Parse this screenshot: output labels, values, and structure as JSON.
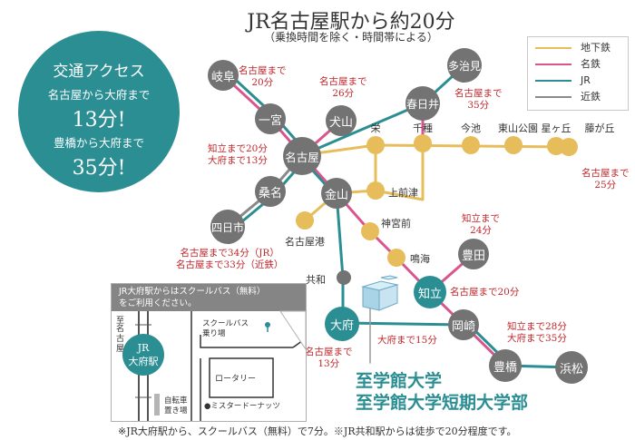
{
  "header": {
    "title": "JR名古屋駅から約20分",
    "subtitle": "（乗換時間を除く・時間帯による）"
  },
  "access": {
    "heading": "交通アクセス",
    "line1": "名古屋から大府まで",
    "time1": "13分!",
    "line2": "豊橋から大府まで",
    "time2": "35分!"
  },
  "legend": {
    "items": [
      {
        "label": "地下鉄",
        "color": "#e7bd5c"
      },
      {
        "label": "名鉄",
        "color": "#d9568d"
      },
      {
        "label": "JR",
        "color": "#2b8e93"
      },
      {
        "label": "近鉄",
        "color": "#8a8a8a"
      }
    ]
  },
  "stations": {
    "gifu": "岐阜",
    "ichinomiya": "一宮",
    "inuyama": "犬山",
    "nagoya": "名古屋",
    "kuwana": "桑名",
    "yokkaichi": "四日市",
    "kanayama": "金山",
    "tajimi": "多治見",
    "kasugai": "春日井",
    "sakae": "栄",
    "chikusa": "千種",
    "imaike": "今池",
    "higashiyama": "東山公園",
    "hoshigaoka": "星ヶ丘",
    "fujigaoka": "藤が丘",
    "kamimaezu": "上前津",
    "nagoyako": "名古屋港",
    "jingumae": "神宮前",
    "narumi": "鳴海",
    "kyowa": "共和",
    "toyota": "豊田",
    "chiryu": "知立",
    "obu": "大府",
    "okazaki": "岡崎",
    "toyohashi": "豊橋",
    "hamamatsu": "浜松"
  },
  "times": {
    "gifu_top": "名古屋まで",
    "gifu_bottom": "20分",
    "inuyama_top": "名古屋まで",
    "inuyama_bottom": "26分",
    "chiryu_nagoya_top": "知立まで20分",
    "chiryu_nagoya_bottom": "大府まで13分",
    "kasugai_top": "名古屋まで",
    "kasugai_bottom": "35分",
    "fujigaoka_top": "名古屋まで",
    "fujigaoka_bottom": "25分",
    "toyota_top": "知立まで",
    "toyota_bottom": "24分",
    "chiryu_right": "名古屋まで20分",
    "yokkaichi_top": "名古屋まで34分（JR）",
    "yokkaichi_bottom": "名古屋まで33分（近鉄）",
    "obu_chiryu": "大府まで15分",
    "obu_top": "名古屋まで",
    "obu_bottom": "13分",
    "okazaki_top": "知立まで28分",
    "okazaki_bottom": "大府まで35分"
  },
  "inset": {
    "note_line1": "JR大府駅からはスクールバス（無料）",
    "note_line2": "をご利用ください。",
    "direction_top": "至",
    "direction_name": "名古屋",
    "station_line1": "JR",
    "station_line2": "大府駅",
    "bus_stop_line1": "スクールバス",
    "bus_stop_line2": "乗り場",
    "rotary": "ロータリー",
    "bicycle_line1": "自転車",
    "bicycle_line2": "置き場",
    "donut": "●ミスタードーナッツ"
  },
  "college": {
    "name1": "至学館大学",
    "name2": "至学館大学短期大学部"
  },
  "footnote": "※JR大府駅から、スクールバス（無料）で7分。※JR共和駅からは徒歩で20分程度です。"
}
